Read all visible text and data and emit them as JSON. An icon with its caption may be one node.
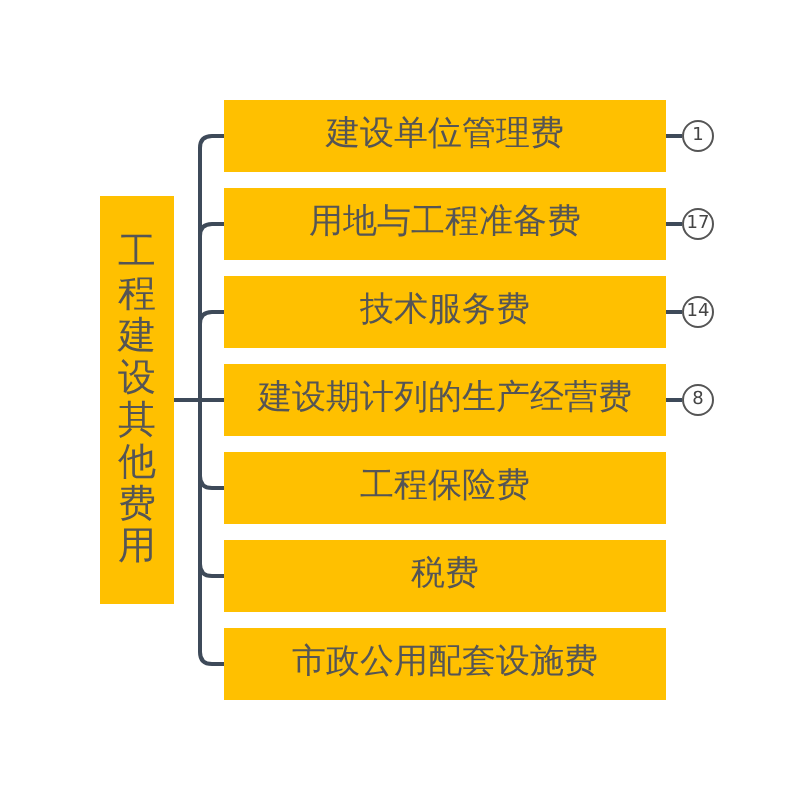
{
  "diagram": {
    "nodes": [
      {
        "text": [
          "工程建设其他费用"
        ]
      },
      {
        "text": [
          "建设单位管理费"
        ]
      },
      {
        "text": [
          "用地与工程准备费"
        ]
      },
      {
        "text": [
          "技术服务费"
        ]
      },
      {
        "text": [
          "建设期计列的生产经营费"
        ]
      },
      {
        "text": [
          "工程保险费"
        ]
      },
      {
        "text": [
          "税费"
        ]
      },
      {
        "text": [
          "市政公用配套设施费"
        ]
      },
      {
        "text": [
          "1"
        ]
      },
      {
        "text": [
          "17"
        ]
      },
      {
        "text": [
          "14"
        ]
      },
      {
        "text": [
          "8"
        ]
      }
    ],
    "edges": [
      {
        "from": 0,
        "to": 1,
        "arrow": "none"
      },
      {
        "from": 0,
        "to": 2,
        "arrow": "none"
      },
      {
        "from": 0,
        "to": 3,
        "arrow": "none"
      },
      {
        "from": 0,
        "to": 4,
        "arrow": "none"
      },
      {
        "from": 0,
        "to": 5,
        "arrow": "none"
      },
      {
        "from": 0,
        "to": 6,
        "arrow": "none"
      },
      {
        "from": 0,
        "to": 7,
        "arrow": "none"
      },
      {
        "from": 1,
        "to": 8,
        "arrow": "none"
      },
      {
        "from": 2,
        "to": 9,
        "arrow": "none"
      },
      {
        "from": 3,
        "to": 10,
        "arrow": "none"
      },
      {
        "from": 4,
        "to": 11,
        "arrow": "none"
      }
    ]
  }
}
